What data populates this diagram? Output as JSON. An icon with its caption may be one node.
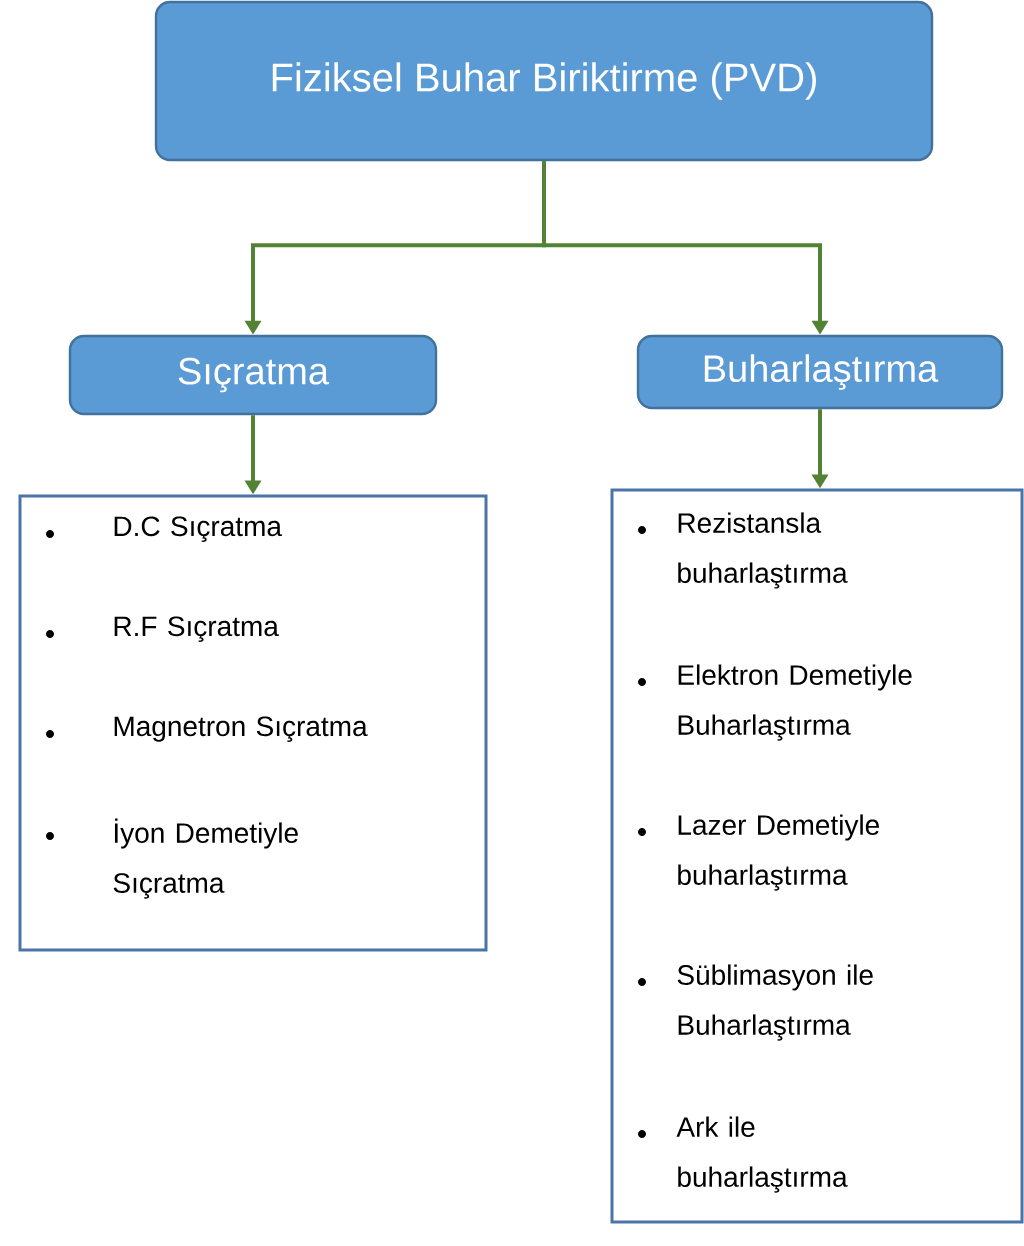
{
  "diagram": {
    "nodes": [
      {
        "text": [
          "Fiziksel Buhar Biriktirme (PVD)"
        ]
      },
      {
        "text": [
          "Sıçratma"
        ]
      },
      {
        "text": [
          "Buharlaştırma"
        ]
      },
      {
        "text": [
          "D.C Sıçratma",
          "R.F Sıçratma",
          "Magnetron Sıçratma",
          "İyon Demetiyle Sıçratma"
        ]
      },
      {
        "text": [
          "Rezistansla buharlaştırma",
          "Elektron Demetiyle Buharlaştırma",
          "Lazer Demetiyle buharlaştırma",
          "Süblimasyon ile Buharlaştırma",
          "Ark ile buharlaştırma"
        ]
      }
    ],
    "edges": [
      {
        "from": 0,
        "to": 1,
        "arrow": "to"
      },
      {
        "from": 0,
        "to": 2,
        "arrow": "to"
      },
      {
        "from": 1,
        "to": 3,
        "arrow": "to"
      },
      {
        "from": 2,
        "to": 4,
        "arrow": "to"
      }
    ]
  }
}
